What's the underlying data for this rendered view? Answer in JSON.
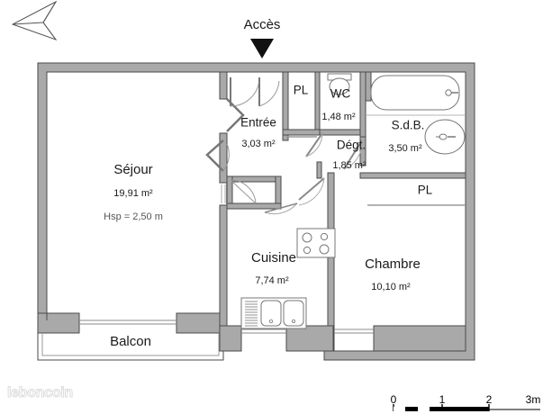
{
  "document": {
    "type": "floor-plan",
    "watermark": "leboncoin"
  },
  "annotations": {
    "access_label": "Accès",
    "north_arrow_name": "north-arrow-icon",
    "access_arrow_name": "access-arrow-icon"
  },
  "rooms": [
    {
      "id": "sejour",
      "name": "Séjour",
      "area": "19,91 m²",
      "extra": "Hsp = 2,50 m"
    },
    {
      "id": "entree",
      "name": "Entrée",
      "area": "3,03 m²",
      "extra": ""
    },
    {
      "id": "wc",
      "name": "WC",
      "area": "1,48 m²",
      "extra": ""
    },
    {
      "id": "degt",
      "name": "Dégt.",
      "area": "1,85 m²",
      "extra": ""
    },
    {
      "id": "sdb",
      "name": "S.d.B.",
      "area": "3,50 m²",
      "extra": ""
    },
    {
      "id": "cuisine",
      "name": "Cuisine",
      "area": "7,74 m²",
      "extra": ""
    },
    {
      "id": "chambre",
      "name": "Chambre",
      "area": "10,10 m²",
      "extra": ""
    },
    {
      "id": "balcon",
      "name": "Balcon",
      "area": "",
      "extra": ""
    }
  ],
  "closets": [
    {
      "id": "pl-entree",
      "name": "PL"
    },
    {
      "id": "pl-chambre",
      "name": "PL"
    }
  ],
  "scale_bar": {
    "ticks": [
      "0",
      "1",
      "2",
      "3m"
    ],
    "unit": "m",
    "segments": 2
  },
  "colors": {
    "wall_fill": "#a9a9a9",
    "wall_stroke": "#4a4a4a",
    "fixture_stroke": "#707070",
    "text": "#1a1a1a",
    "background": "#ffffff",
    "watermark": "#dcdcdc"
  }
}
